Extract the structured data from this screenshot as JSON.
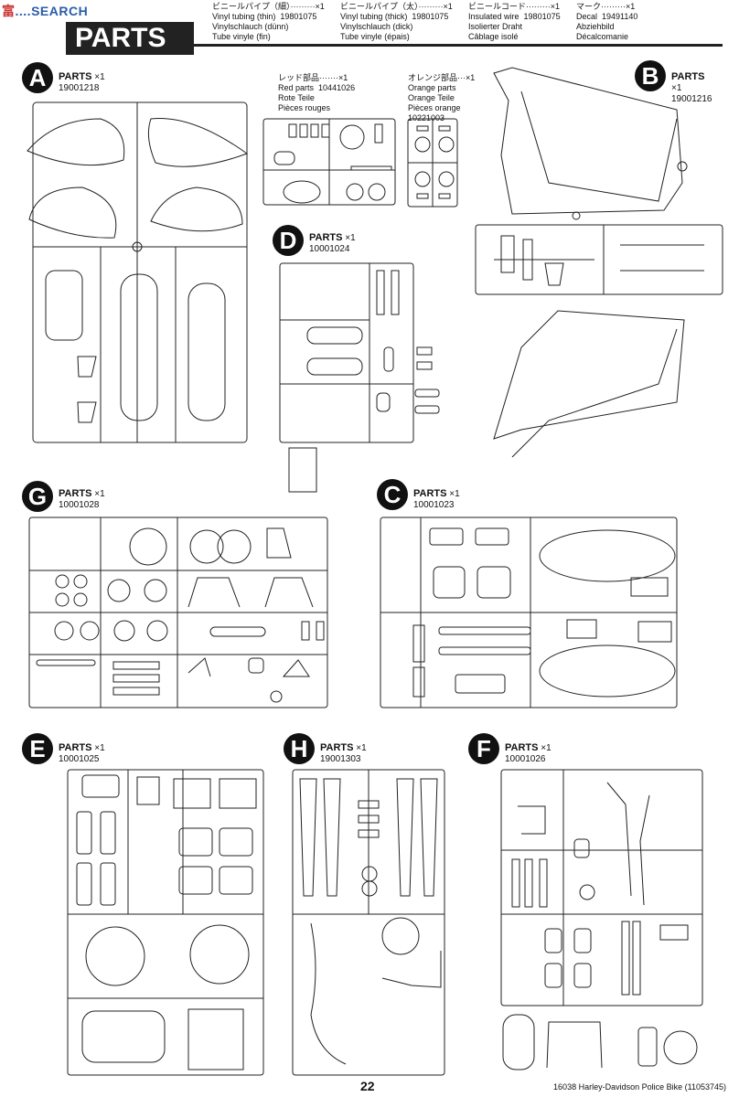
{
  "watermark": {
    "prefix": "富",
    "suffix": "SEARCH",
    "mid": "...."
  },
  "header": {
    "title": "PARTS"
  },
  "vinyl": [
    {
      "jp": "ビニールパイプ（細）·········×1",
      "en": "Vinyl tubing (thin)",
      "code": "19801075",
      "de": "Vinylschlauch (dünn)",
      "fr": "Tube vinyle (fin)"
    },
    {
      "jp": "ビニールパイプ（太）·········×1",
      "en": "Vinyl tubing (thick)",
      "code": "19801075",
      "de": "Vinylschlauch (dick)",
      "fr": "Tube vinyle (épais)"
    },
    {
      "jp": "ビニールコード·········×1",
      "en": "Insulated wire",
      "code": "19801075",
      "de": "Isolierter Draht",
      "fr": "Câblage isolé"
    },
    {
      "jp": "マーク·········×1",
      "en": "Decal",
      "code": "19491140",
      "de": "Abziehbild",
      "fr": "Décalcomanie"
    }
  ],
  "color_parts": [
    {
      "jp": "レッド部品·······×1",
      "en": "Red parts",
      "code": "10441026",
      "de": "Rote Teile",
      "fr": "Pièces rouges"
    },
    {
      "jp": "オレンジ部品···×1",
      "en": "Orange parts",
      "de": "Orange Teile",
      "fr": "Pièces orange",
      "code": "10221003"
    }
  ],
  "sprues": [
    {
      "letter": "A",
      "title": "PARTS",
      "qty": "×1",
      "code": "19001218"
    },
    {
      "letter": "B",
      "title": "PARTS",
      "qty": "×1",
      "code": "19001216"
    },
    {
      "letter": "D",
      "title": "PARTS",
      "qty": "×1",
      "code": "10001024"
    },
    {
      "letter": "G",
      "title": "PARTS",
      "qty": "×1",
      "code": "10001028"
    },
    {
      "letter": "C",
      "title": "PARTS",
      "qty": "×1",
      "code": "10001023"
    },
    {
      "letter": "E",
      "title": "PARTS",
      "qty": "×1",
      "code": "10001025"
    },
    {
      "letter": "H",
      "title": "PARTS",
      "qty": "×1",
      "code": "19001303"
    },
    {
      "letter": "F",
      "title": "PARTS",
      "qty": "×1",
      "code": "10001026"
    }
  ],
  "footer": {
    "page": "22",
    "text": "16038  Harley-Davidson Police Bike (11053745)"
  },
  "colors": {
    "ink": "#111111",
    "watermark_red": "#cc3333",
    "watermark_blue": "#2a5caa"
  }
}
